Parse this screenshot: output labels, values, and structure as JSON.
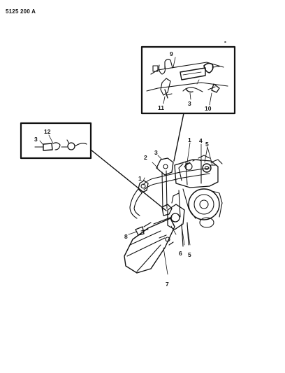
{
  "document": {
    "code": "5125 200 A"
  },
  "callouts": {
    "n1": "1",
    "n2": "2",
    "n3": "3",
    "n4": "4",
    "n5": "5",
    "n6": "6",
    "n7": "7",
    "n8": "8",
    "n9": "9",
    "n10": "10",
    "n11": "11",
    "n12": "12"
  }
}
